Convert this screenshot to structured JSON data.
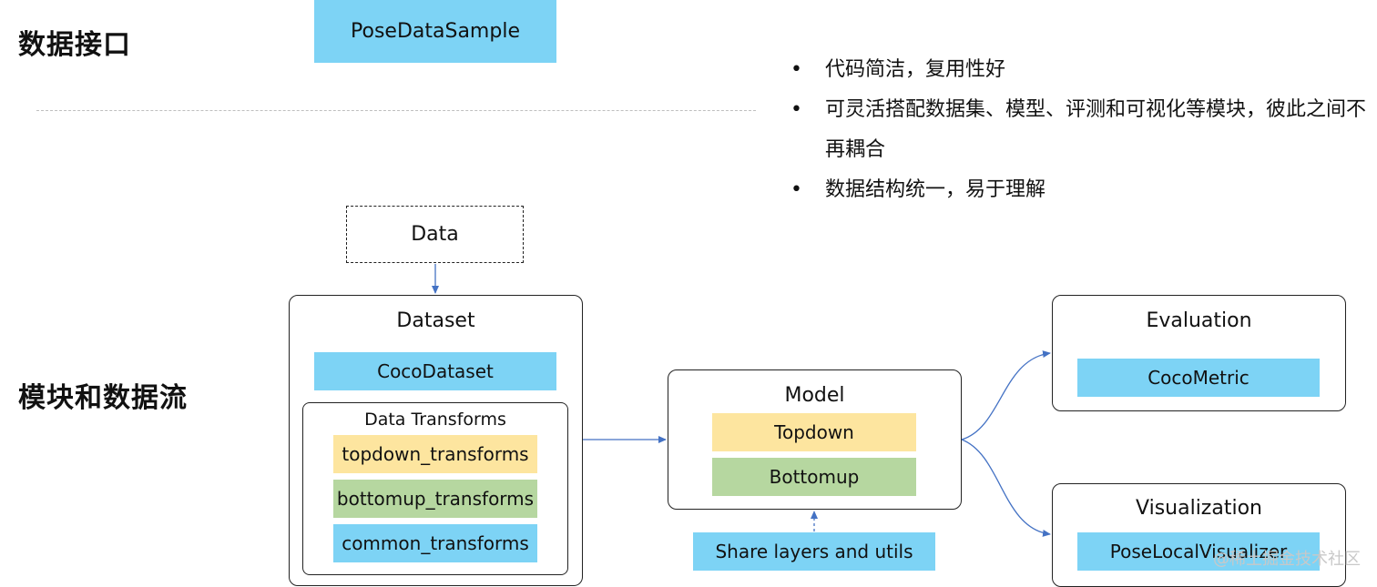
{
  "sections": {
    "interface_title": "数据接口",
    "modules_title": "模块和数据流"
  },
  "data_interface": {
    "class_name": "PoseDataSample"
  },
  "bullets": [
    {
      "marker": "•",
      "text": "代码简洁，复用性好"
    },
    {
      "marker": "•",
      "text": "可灵活搭配数据集、模型、评测和可视化等模块，彼此之间不再耦合"
    },
    {
      "marker": "•",
      "text": "数据结构统一，易于理解"
    }
  ],
  "flow": {
    "data": "Data",
    "dataset": {
      "title": "Dataset",
      "class_name": "CocoDataset",
      "transforms": {
        "title": "Data Transforms",
        "items": [
          "topdown_transforms",
          "bottomup_transforms",
          "common_transforms"
        ]
      }
    },
    "model": {
      "title": "Model",
      "items": [
        "Topdown",
        "Bottomup"
      ],
      "shared": "Share layers and utils"
    },
    "evaluation": {
      "title": "Evaluation",
      "class_name": "CocoMetric"
    },
    "visualization": {
      "title": "Visualization",
      "class_name": "PoseLocalVisualizer"
    }
  },
  "watermark": "@稀土掘金技术社区",
  "colors": {
    "class_box": "#7dd3f5",
    "topdown": "#fde59f",
    "bottomup": "#b6d7a0",
    "arrow": "#4472c4",
    "divider": "#bfbfbf"
  }
}
